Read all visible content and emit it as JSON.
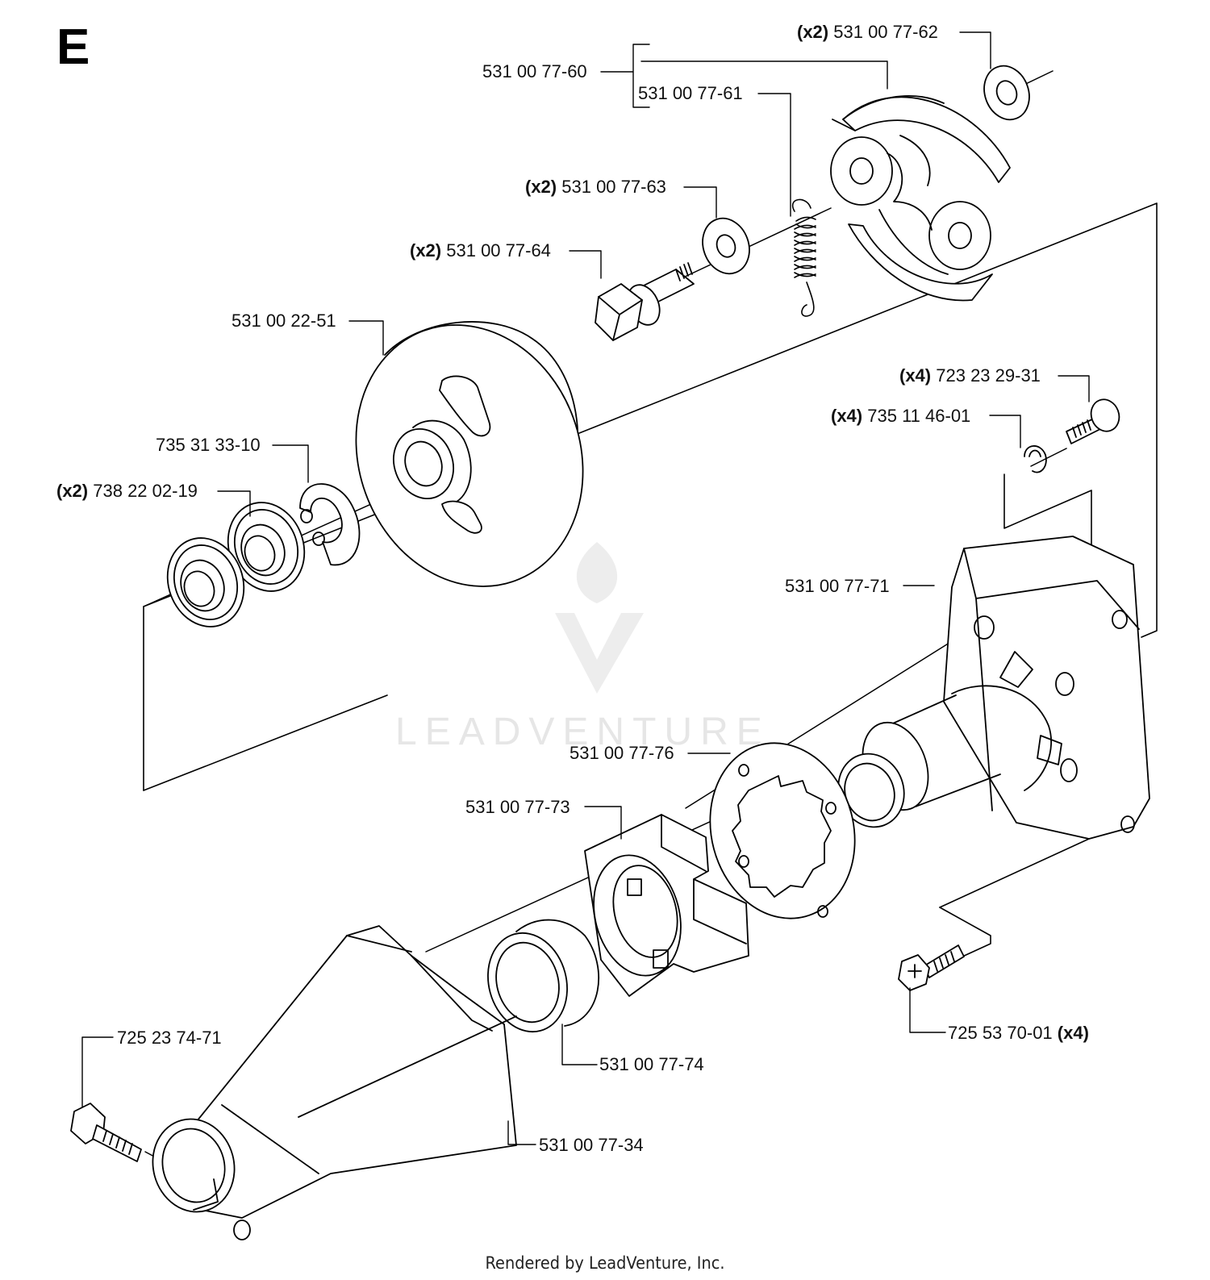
{
  "section_label": "E",
  "watermark": "LEADVENTURE",
  "footer": "Rendered by LeadVenture, Inc.",
  "callouts": {
    "c_62": {
      "qty": "(x2)",
      "part": "531 00 77-62"
    },
    "c_60": {
      "qty": "",
      "part": "531 00 77-60"
    },
    "c_61": {
      "qty": "",
      "part": "531 00 77-61"
    },
    "c_63": {
      "qty": "(x2)",
      "part": "531 00 77-63"
    },
    "c_64": {
      "qty": "(x2)",
      "part": "531 00 77-64"
    },
    "c_2251": {
      "qty": "",
      "part": "531 00 22-51"
    },
    "c_3133": {
      "qty": "",
      "part": "735 31 33-10"
    },
    "c_0219": {
      "qty": "(x2)",
      "part": "738 22 02-19"
    },
    "c_2931": {
      "qty": "(x4)",
      "part": "723 23 29-31"
    },
    "c_4601": {
      "qty": "(x4)",
      "part": "735 11 46-01"
    },
    "c_71": {
      "qty": "",
      "part": "531 00 77-71"
    },
    "c_76": {
      "qty": "",
      "part": "531 00 77-76"
    },
    "c_73": {
      "qty": "",
      "part": "531 00 77-73"
    },
    "c_7001": {
      "qty": "(x4)",
      "part": "725 53 70-01"
    },
    "c_7471": {
      "qty": "",
      "part": "725 23 74-71"
    },
    "c_74": {
      "qty": "",
      "part": "531 00 77-74"
    },
    "c_34": {
      "qty": "",
      "part": "531 00 77-34"
    }
  }
}
